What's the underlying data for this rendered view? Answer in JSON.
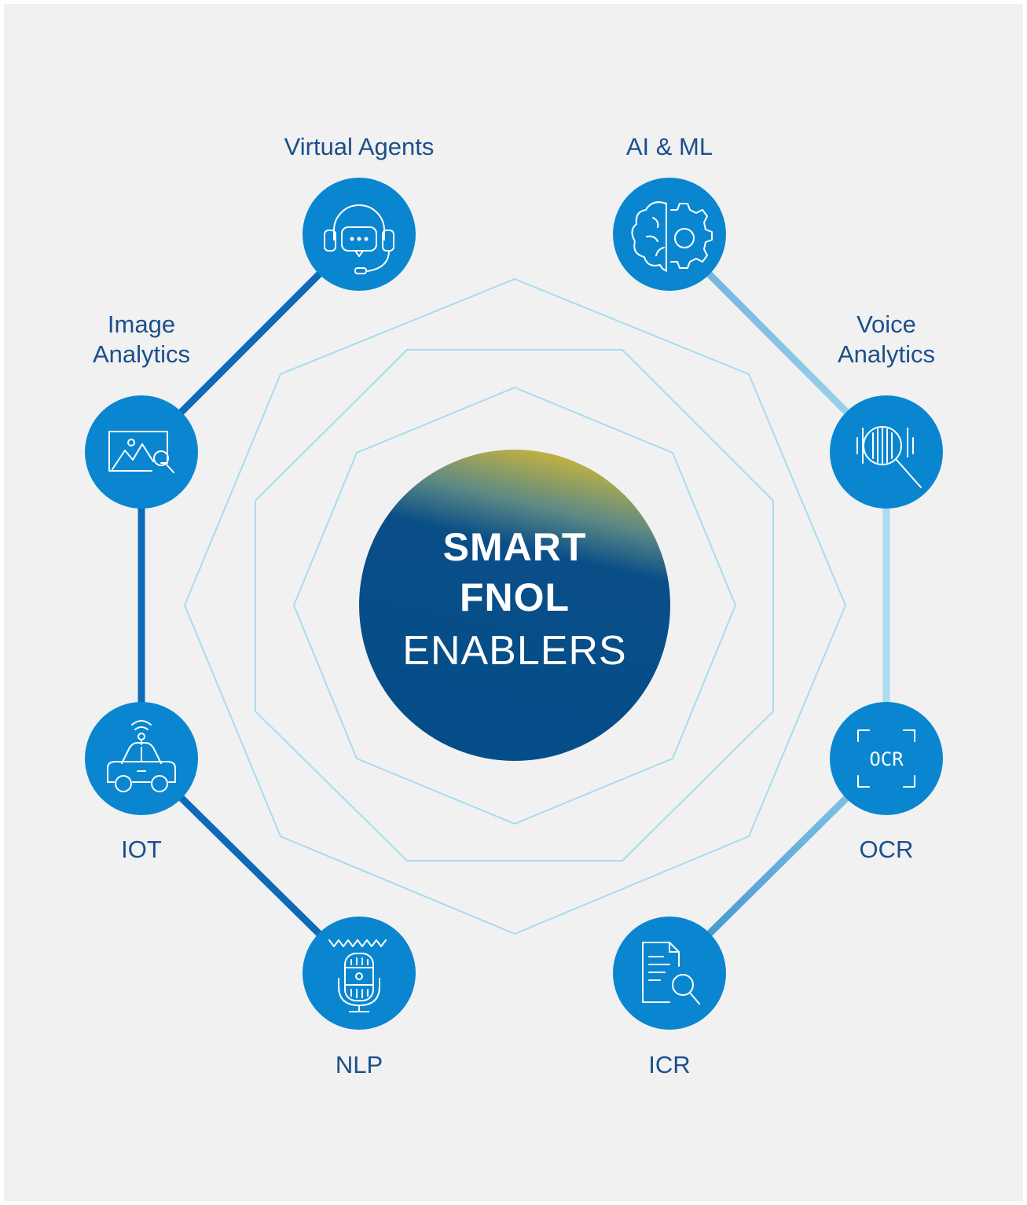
{
  "center": {
    "line1": "SMART",
    "line2": "FNOL",
    "line3": "ENABLERS"
  },
  "nodes": [
    {
      "id": "virtual-agents",
      "label": [
        "Virtual Agents"
      ],
      "icon": "headset-chat-icon"
    },
    {
      "id": "ai-ml",
      "label": [
        "AI & ML"
      ],
      "icon": "brain-gear-icon"
    },
    {
      "id": "voice-analytics",
      "label": [
        "Voice",
        "Analytics"
      ],
      "icon": "voice-search-icon"
    },
    {
      "id": "ocr",
      "label": [
        "OCR"
      ],
      "icon": "ocr-scan-icon",
      "icon_text": "OCR"
    },
    {
      "id": "icr",
      "label": [
        "ICR"
      ],
      "icon": "document-search-icon"
    },
    {
      "id": "nlp",
      "label": [
        "NLP"
      ],
      "icon": "microphone-icon"
    },
    {
      "id": "iot",
      "label": [
        "IOT"
      ],
      "icon": "connected-car-icon"
    },
    {
      "id": "image-analytics",
      "label": [
        "Image",
        "Analytics"
      ],
      "icon": "image-search-icon"
    }
  ],
  "colors": {
    "background": "#f1f1f2",
    "node_fill": "#0a86d0",
    "center_fill": "#034d88",
    "center_accent": "#c9b43c",
    "ring_line": "#a8dbf0",
    "connector_dark": "#0c6ab8",
    "connector_light": "#a9ddf0",
    "label_text": "#1b4f8a"
  }
}
